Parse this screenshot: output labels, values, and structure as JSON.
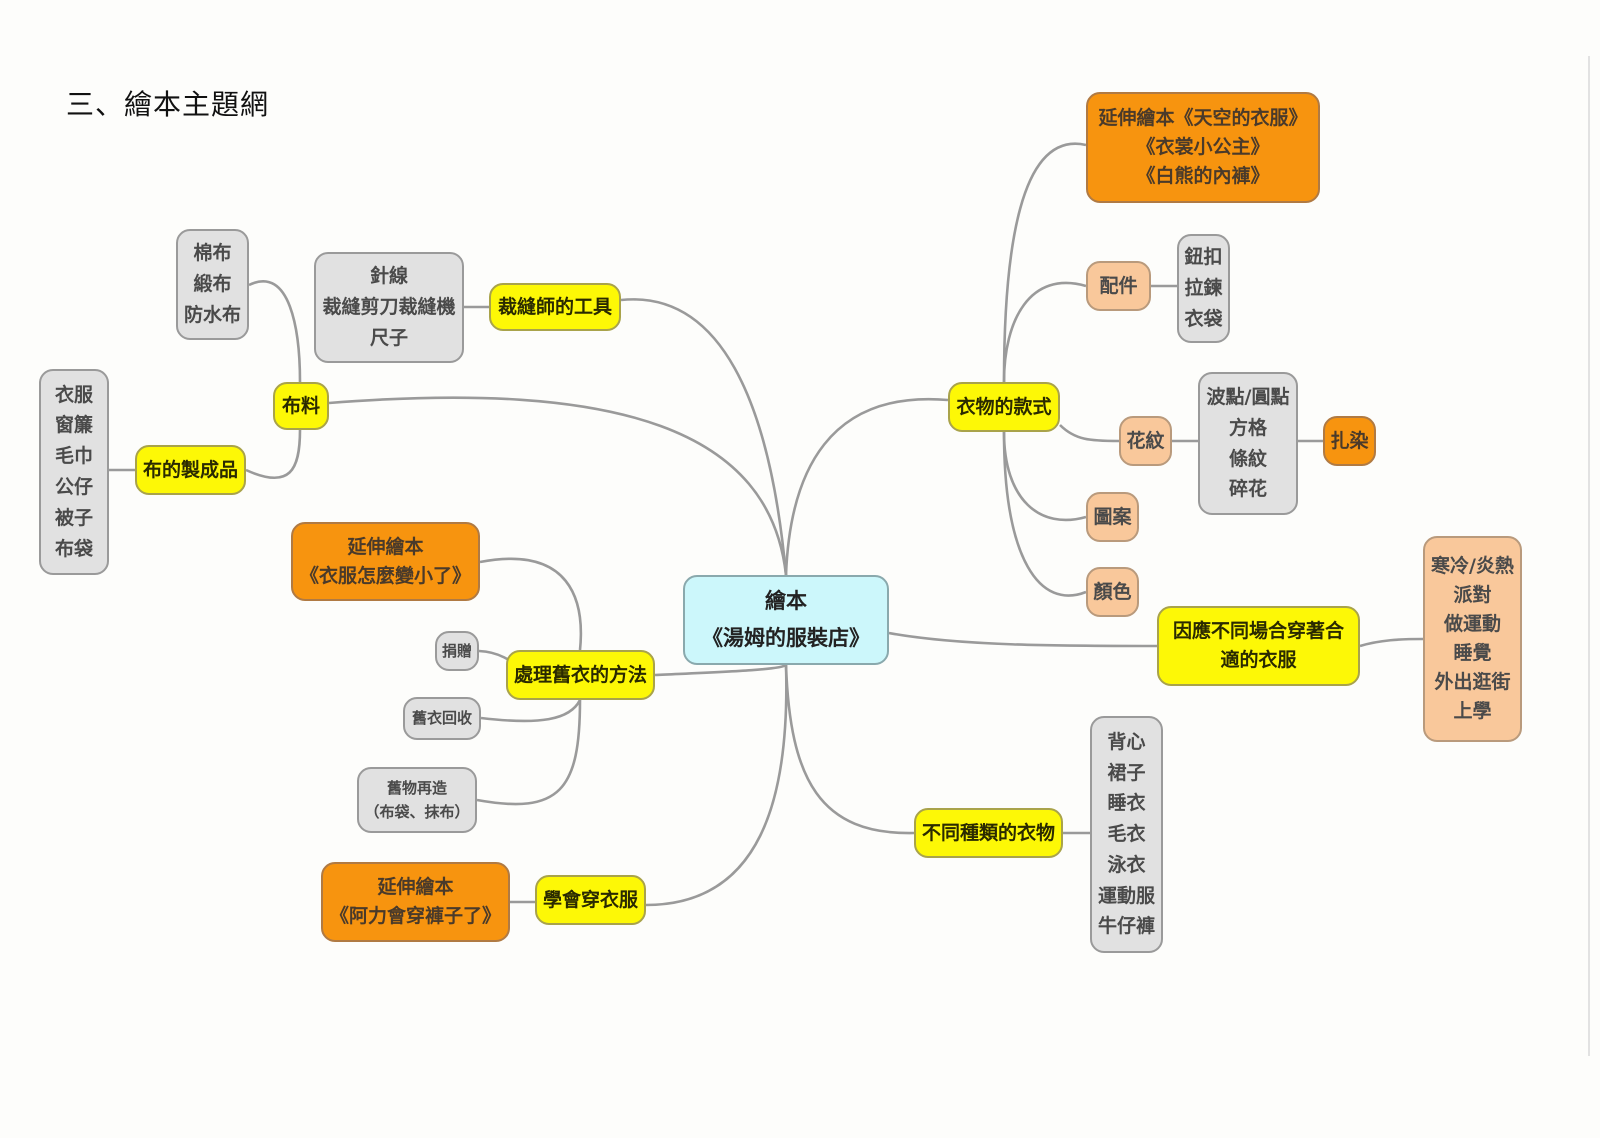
{
  "page": {
    "title": "三、繪本主題網"
  },
  "colors": {
    "root_fill": "#ccf7fb",
    "category_fill": "#fdf806",
    "book_fill": "#f7940f",
    "subcategory_fill": "#f9c89b",
    "detail_fill": "#e1e1e1",
    "link_color": "#9a9a9a"
  },
  "mindmap": {
    "root": {
      "id": "root",
      "lines": [
        "繪本",
        "《湯姆的服裝店》"
      ]
    },
    "nodes": [
      {
        "id": "tools",
        "type": "yellow",
        "lines": [
          "裁縫師的工具"
        ]
      },
      {
        "id": "tools_items",
        "type": "gray",
        "lines": [
          "針線",
          "裁縫剪刀裁縫機",
          "尺子"
        ]
      },
      {
        "id": "fabric",
        "type": "yellow",
        "lines": [
          "布料"
        ]
      },
      {
        "id": "fabric_types",
        "type": "gray",
        "lines": [
          "棉布",
          "緞布",
          "防水布"
        ]
      },
      {
        "id": "fabric_products",
        "type": "yellow",
        "lines": [
          "布的製成品"
        ]
      },
      {
        "id": "fabric_products_items",
        "type": "gray",
        "lines": [
          "衣服",
          "窗簾",
          "毛巾",
          "公仔",
          "被子",
          "布袋"
        ]
      },
      {
        "id": "old_clothes",
        "type": "yellow",
        "lines": [
          "處理舊衣的方法"
        ]
      },
      {
        "id": "book_smaller",
        "type": "orange",
        "lines": [
          "延伸繪本",
          "《衣服怎麼變小了》"
        ]
      },
      {
        "id": "donate",
        "type": "gray",
        "lines": [
          "捐贈"
        ]
      },
      {
        "id": "recycle",
        "type": "gray",
        "lines": [
          "舊衣回收"
        ]
      },
      {
        "id": "reuse",
        "type": "gray",
        "lines": [
          "舊物再造",
          "（布袋、抹布）"
        ]
      },
      {
        "id": "dressing",
        "type": "yellow",
        "lines": [
          "學會穿衣服"
        ]
      },
      {
        "id": "book_ali",
        "type": "orange",
        "lines": [
          "延伸繪本",
          "《阿力會穿褲子了》"
        ]
      },
      {
        "id": "styles",
        "type": "yellow",
        "lines": [
          "衣物的款式"
        ]
      },
      {
        "id": "book_sky",
        "type": "orange",
        "lines": [
          "延伸繪本《天空的衣服》",
          "《衣裳小公主》",
          "《白熊的內褲》"
        ]
      },
      {
        "id": "accessories",
        "type": "peach",
        "lines": [
          "配件"
        ]
      },
      {
        "id": "accessories_items",
        "type": "gray",
        "lines": [
          "鈕扣",
          "拉鍊",
          "衣袋"
        ]
      },
      {
        "id": "patterns",
        "type": "peach",
        "lines": [
          "花紋"
        ]
      },
      {
        "id": "patterns_items",
        "type": "gray",
        "lines": [
          "波點/圓點",
          "方格",
          "條紋",
          "碎花"
        ]
      },
      {
        "id": "tie_dye",
        "type": "orange",
        "lines": [
          "扎染"
        ]
      },
      {
        "id": "prints",
        "type": "peach",
        "lines": [
          "圖案"
        ]
      },
      {
        "id": "color",
        "type": "peach",
        "lines": [
          "顏色"
        ]
      },
      {
        "id": "occasions",
        "type": "yellow",
        "lines": [
          "因應不同場合穿著合",
          "適的衣服"
        ]
      },
      {
        "id": "occasions_items",
        "type": "peach",
        "lines": [
          "寒冷/炎熱",
          "派對",
          "做運動",
          "睡覺",
          "外出逛街",
          "上學"
        ]
      },
      {
        "id": "types",
        "type": "yellow",
        "lines": [
          "不同種類的衣物"
        ]
      },
      {
        "id": "types_items",
        "type": "gray",
        "lines": [
          "背心",
          "裙子",
          "睡衣",
          "毛衣",
          "泳衣",
          "運動服",
          "牛仔褲"
        ]
      }
    ],
    "links": [
      [
        "root",
        "tools"
      ],
      [
        "tools",
        "tools_items"
      ],
      [
        "root",
        "fabric"
      ],
      [
        "fabric",
        "fabric_types"
      ],
      [
        "fabric",
        "fabric_products"
      ],
      [
        "fabric_products",
        "fabric_products_items"
      ],
      [
        "root",
        "old_clothes"
      ],
      [
        "old_clothes",
        "book_smaller"
      ],
      [
        "old_clothes",
        "donate"
      ],
      [
        "old_clothes",
        "recycle"
      ],
      [
        "old_clothes",
        "reuse"
      ],
      [
        "root",
        "dressing"
      ],
      [
        "dressing",
        "book_ali"
      ],
      [
        "root",
        "styles"
      ],
      [
        "styles",
        "book_sky"
      ],
      [
        "styles",
        "accessories"
      ],
      [
        "accessories",
        "accessories_items"
      ],
      [
        "styles",
        "patterns"
      ],
      [
        "patterns",
        "patterns_items"
      ],
      [
        "patterns_items",
        "tie_dye"
      ],
      [
        "styles",
        "prints"
      ],
      [
        "styles",
        "color"
      ],
      [
        "root",
        "occasions"
      ],
      [
        "occasions",
        "occasions_items"
      ],
      [
        "root",
        "types"
      ],
      [
        "types",
        "types_items"
      ]
    ]
  }
}
